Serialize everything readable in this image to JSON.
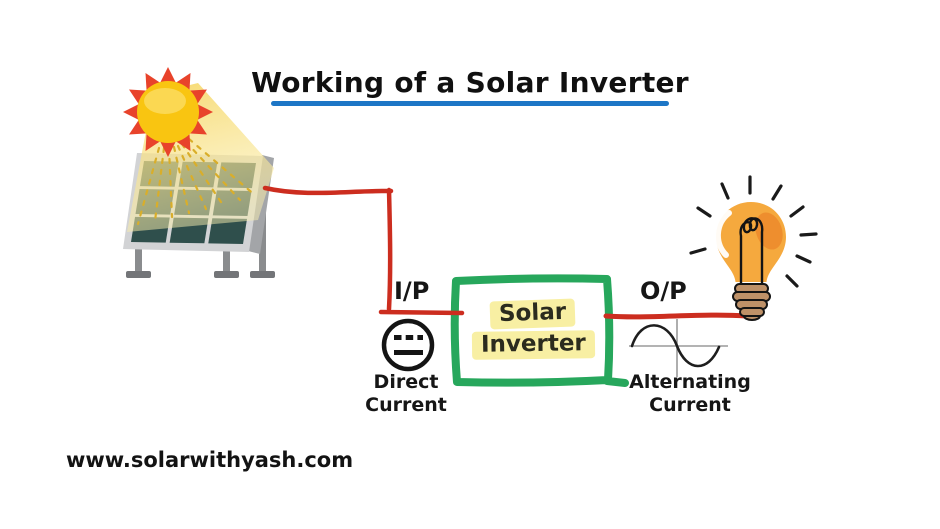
{
  "title": {
    "text": "Working of a Solar Inverter"
  },
  "labels": {
    "input": "I/P",
    "output": "O/P",
    "dc_line1": "Direct",
    "dc_line2": "Current",
    "ac_line1": "Alternating",
    "ac_line2": "Current"
  },
  "inverter_box": {
    "line1": "Solar",
    "line2": "Inverter"
  },
  "footer": {
    "website": "www.solarwithyash.com"
  },
  "icons": {
    "sun": "sun-icon",
    "solar_panel": "solar-panel-icon",
    "dc_symbol": "dc-symbol-icon",
    "ac_wave": "ac-sine-wave-icon",
    "bulb": "light-bulb-icon"
  },
  "colors": {
    "wire_red": "#CC2D1F",
    "inverter_box_green": "#27A75C",
    "title_underline_blue": "#1D76C6",
    "highlight_yellow": "#F8EFA3",
    "sun_yellow": "#F9C511",
    "sun_spike_red": "#E8432B",
    "beam_yellow": "#F6D664",
    "panel_cell_teal": "#2F4F4C",
    "panel_frame_gray": "#D2D3D5",
    "bulb_orange": "#F5A93E",
    "bulb_base_tan": "#BE9168",
    "text_black": "#161616"
  }
}
